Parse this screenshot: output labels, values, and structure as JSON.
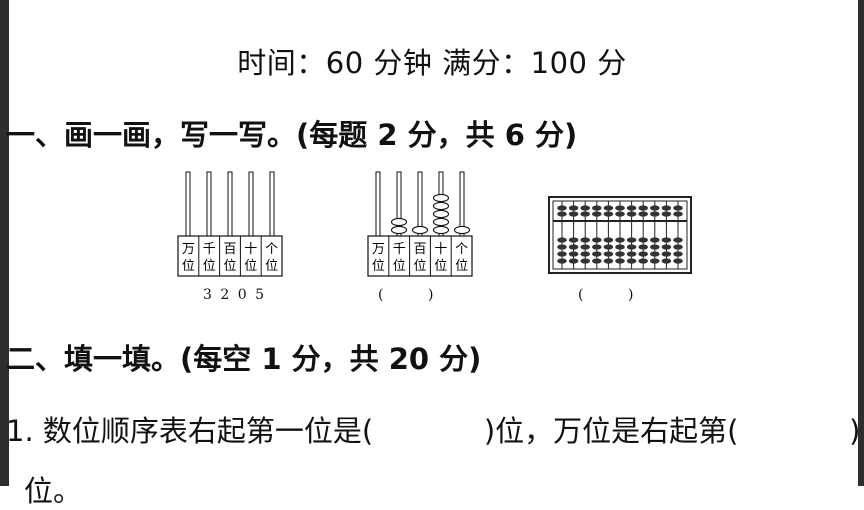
{
  "header": {
    "text": "时间：60 分钟    满分：100 分"
  },
  "section1": {
    "title": "一、画一画，写一写。(每题 2 分，共 6 分)"
  },
  "section2": {
    "title": "二、填一填。(每空 1 分，共 20 分)"
  },
  "question1": {
    "text": "1. 数位顺序表右起第一位是(            )位，万位是右起第(            )",
    "continuation": "位。"
  },
  "place_values": [
    {
      "top": "万",
      "bottom": "位"
    },
    {
      "top": "千",
      "bottom": "位"
    },
    {
      "top": "百",
      "bottom": "位"
    },
    {
      "top": "十",
      "bottom": "位"
    },
    {
      "top": "个",
      "bottom": "位"
    }
  ],
  "figure1": {
    "caption": "3 2 0 5"
  },
  "figure2": {
    "caption": "(          )",
    "beads": [
      0,
      2,
      1,
      5,
      1
    ]
  },
  "figure3": {
    "caption": "(          )"
  }
}
